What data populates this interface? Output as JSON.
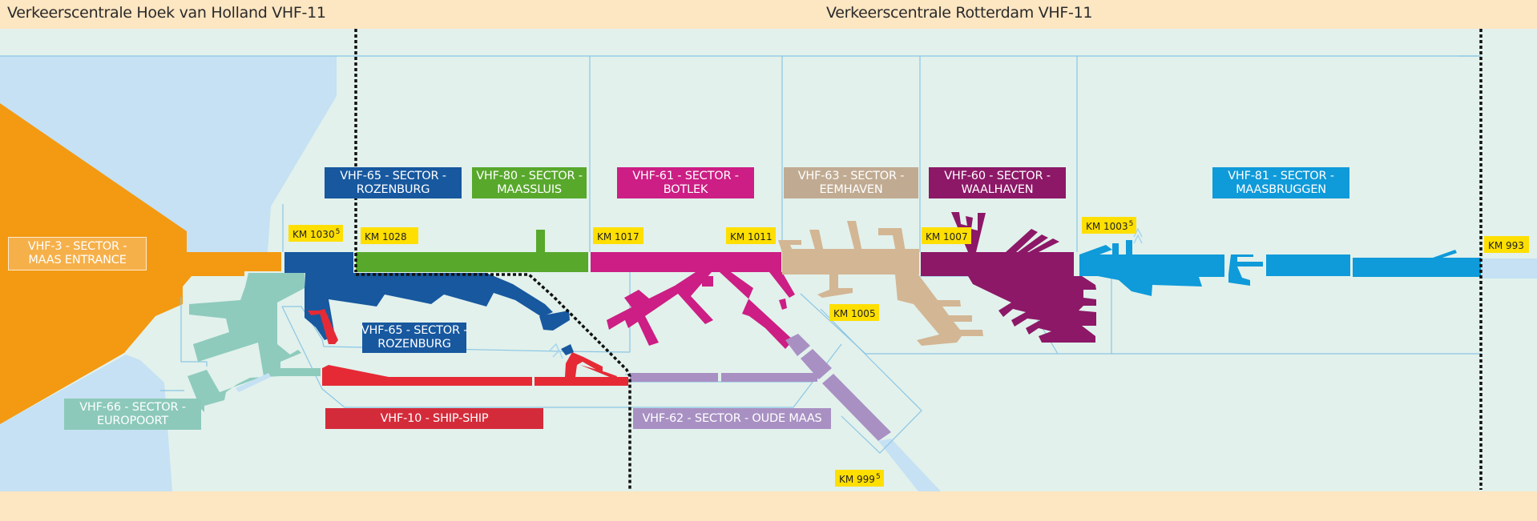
{
  "header": {
    "left_centre": "Verkeerscentrale Hoek van Holland VHF-11",
    "right_centre": "Verkeerscentrale Rotterdam VHF-11"
  },
  "colors": {
    "background_land": "#e2f1ec",
    "water": "#c5e1f3",
    "band": "#fde6c2",
    "km_marker": "#ffdf00",
    "boundary_line": "#8cc6e4",
    "dotted_boundary": "#111111"
  },
  "sectors": [
    {
      "id": "vhf-3",
      "line1": "VHF-3 - SECTOR -",
      "line2": "MAAS ENTRANCE",
      "color": "#f39a12",
      "label_color": "#f6b04a"
    },
    {
      "id": "vhf-65-top",
      "line1": "VHF-65 - SECTOR -",
      "line2": "ROZENBURG",
      "color": "#17589f"
    },
    {
      "id": "vhf-80",
      "line1": "VHF-80 - SECTOR -",
      "line2": "MAASSLUIS",
      "color": "#58a82c"
    },
    {
      "id": "vhf-61",
      "line1": "VHF-61 - SECTOR -",
      "line2": "BOTLEK",
      "color": "#cc1e84"
    },
    {
      "id": "vhf-63",
      "line1": "VHF-63 - SECTOR -",
      "line2": "EEMHAVEN",
      "color": "#d3b694",
      "label_color": "#c0ab92"
    },
    {
      "id": "vhf-60",
      "line1": "VHF-60 - SECTOR -",
      "line2": "WAALHAVEN",
      "color": "#8c1867"
    },
    {
      "id": "vhf-81",
      "line1": "VHF-81 - SECTOR -",
      "line2": "MAASBRUGGEN",
      "color": "#0f9ad9"
    },
    {
      "id": "vhf-65-mid",
      "line1": "VHF-65 - SECTOR -",
      "line2": "ROZENBURG",
      "color": "#17589f"
    },
    {
      "id": "vhf-66",
      "line1": "VHF-66 - SECTOR -",
      "line2": "EUROPOORT",
      "color": "#8ecbbd",
      "label_color": "#8cc9ba"
    },
    {
      "id": "vhf-10",
      "line1": "VHF-10 - SHIP-SHIP",
      "line2": "",
      "color": "#e52a36",
      "label_color": "#d42b3a"
    },
    {
      "id": "vhf-62",
      "line1": "VHF-62 - SECTOR - OUDE MAAS",
      "line2": "",
      "color": "#a890c3"
    }
  ],
  "km_markers": [
    {
      "id": "km-1030-5",
      "text": "KM 1030",
      "sup": "5"
    },
    {
      "id": "km-1028",
      "text": "KM 1028",
      "sup": ""
    },
    {
      "id": "km-1017",
      "text": "KM 1017",
      "sup": ""
    },
    {
      "id": "km-1011",
      "text": "KM 1011",
      "sup": ""
    },
    {
      "id": "km-1007",
      "text": "KM 1007",
      "sup": ""
    },
    {
      "id": "km-1005",
      "text": "KM 1005",
      "sup": ""
    },
    {
      "id": "km-1003-5",
      "text": "KM 1003",
      "sup": "5"
    },
    {
      "id": "km-993",
      "text": "KM 993",
      "sup": ""
    },
    {
      "id": "km-999-5",
      "text": "KM 999",
      "sup": "5"
    }
  ]
}
